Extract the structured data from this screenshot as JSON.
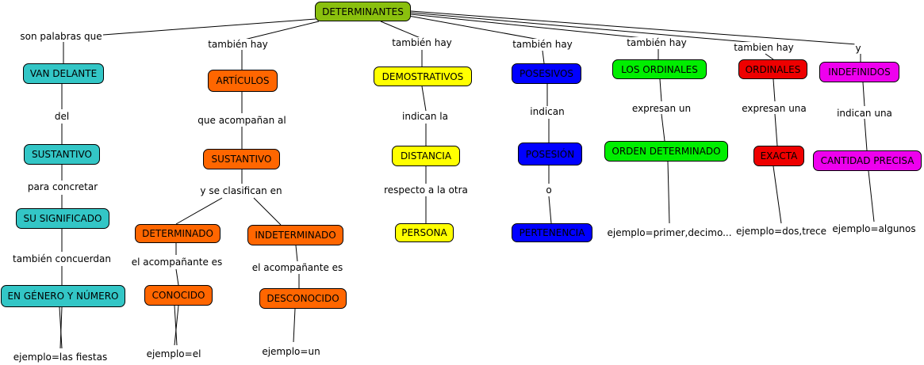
{
  "colors": {
    "root": "#8ac00e",
    "cyan": "#33c6c6",
    "orange": "#ff6600",
    "yellow": "#ffff00",
    "blue": "#0000ff",
    "green": "#00ee00",
    "red": "#ee0000",
    "magenta": "#ee00ee"
  },
  "root": "DETERMINANTES",
  "branches": [
    {
      "link": "son palabras que",
      "nodes": [
        "VAN DELANTE",
        "SUSTANTIVO",
        "SU SIGNIFICADO",
        "EN GÉNERO Y NÚMERO"
      ],
      "links": [
        "del",
        "para concretar",
        "también concuerdan"
      ],
      "example": "ejemplo=las fiestas"
    },
    {
      "link": "también hay",
      "nodes": [
        "ARTÍCULOS",
        "SUSTANTIVO"
      ],
      "links": [
        "que acompañan al",
        "y se clasifican en"
      ],
      "sub": [
        {
          "node": "DETERMINADO",
          "link": "el acompañante es",
          "child": "CONOCIDO",
          "example": "ejemplo=el"
        },
        {
          "node": "INDETERMINADO",
          "link": "el acompañante es",
          "child": "DESCONOCIDO",
          "example": "ejemplo=un"
        }
      ]
    },
    {
      "link": "también hay",
      "nodes": [
        "DEMOSTRATIVOS",
        "DISTANCIA",
        "PERSONA"
      ],
      "links": [
        "indican la",
        "respecto a la otra"
      ]
    },
    {
      "link": "también hay",
      "nodes": [
        "POSESIVOS",
        "POSESIÓN",
        "PERTENENCIA"
      ],
      "links": [
        "indican",
        "o"
      ]
    },
    {
      "link": "también hay",
      "nodes": [
        "LOS ORDINALES",
        "ORDEN DETERMINADO"
      ],
      "links": [
        "expresan un"
      ],
      "example": "ejemplo=primer,decimo..."
    },
    {
      "link": "tambien hay",
      "nodes": [
        "ORDINALES",
        "EXACTA"
      ],
      "links": [
        "expresan una"
      ],
      "example": "ejemplo=dos,trece"
    },
    {
      "link": "y",
      "nodes": [
        "INDEFINIDOS",
        "CANTIDAD PRECISA"
      ],
      "links": [
        "indican una"
      ],
      "example": "ejemplo=algunos"
    }
  ]
}
